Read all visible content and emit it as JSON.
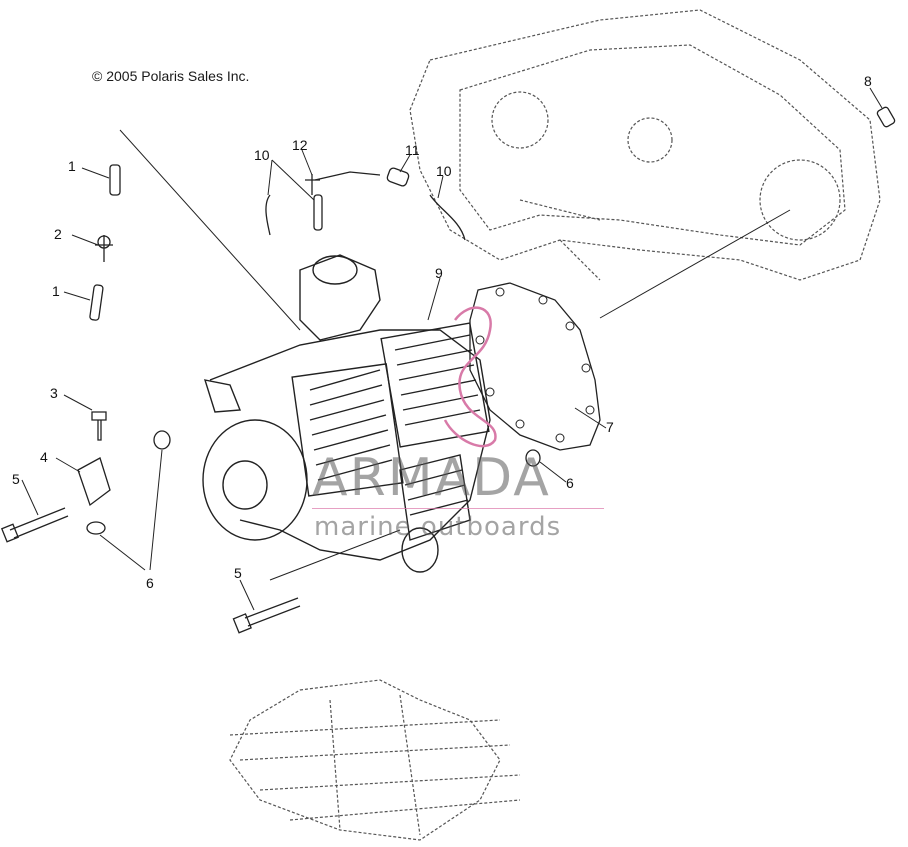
{
  "copyright": "© 2005 Polaris Sales Inc.",
  "watermark": {
    "title": "ARMADA",
    "subtitle": "marine outboards",
    "accent_color": "#d87aa8"
  },
  "callouts": [
    "1",
    "2",
    "1",
    "3",
    "4",
    "5",
    "6",
    "5",
    "10",
    "12",
    "11",
    "10",
    "9",
    "7",
    "6",
    "8"
  ],
  "colors": {
    "line": "#222222",
    "ghost": "#555555",
    "background": "#ffffff"
  }
}
